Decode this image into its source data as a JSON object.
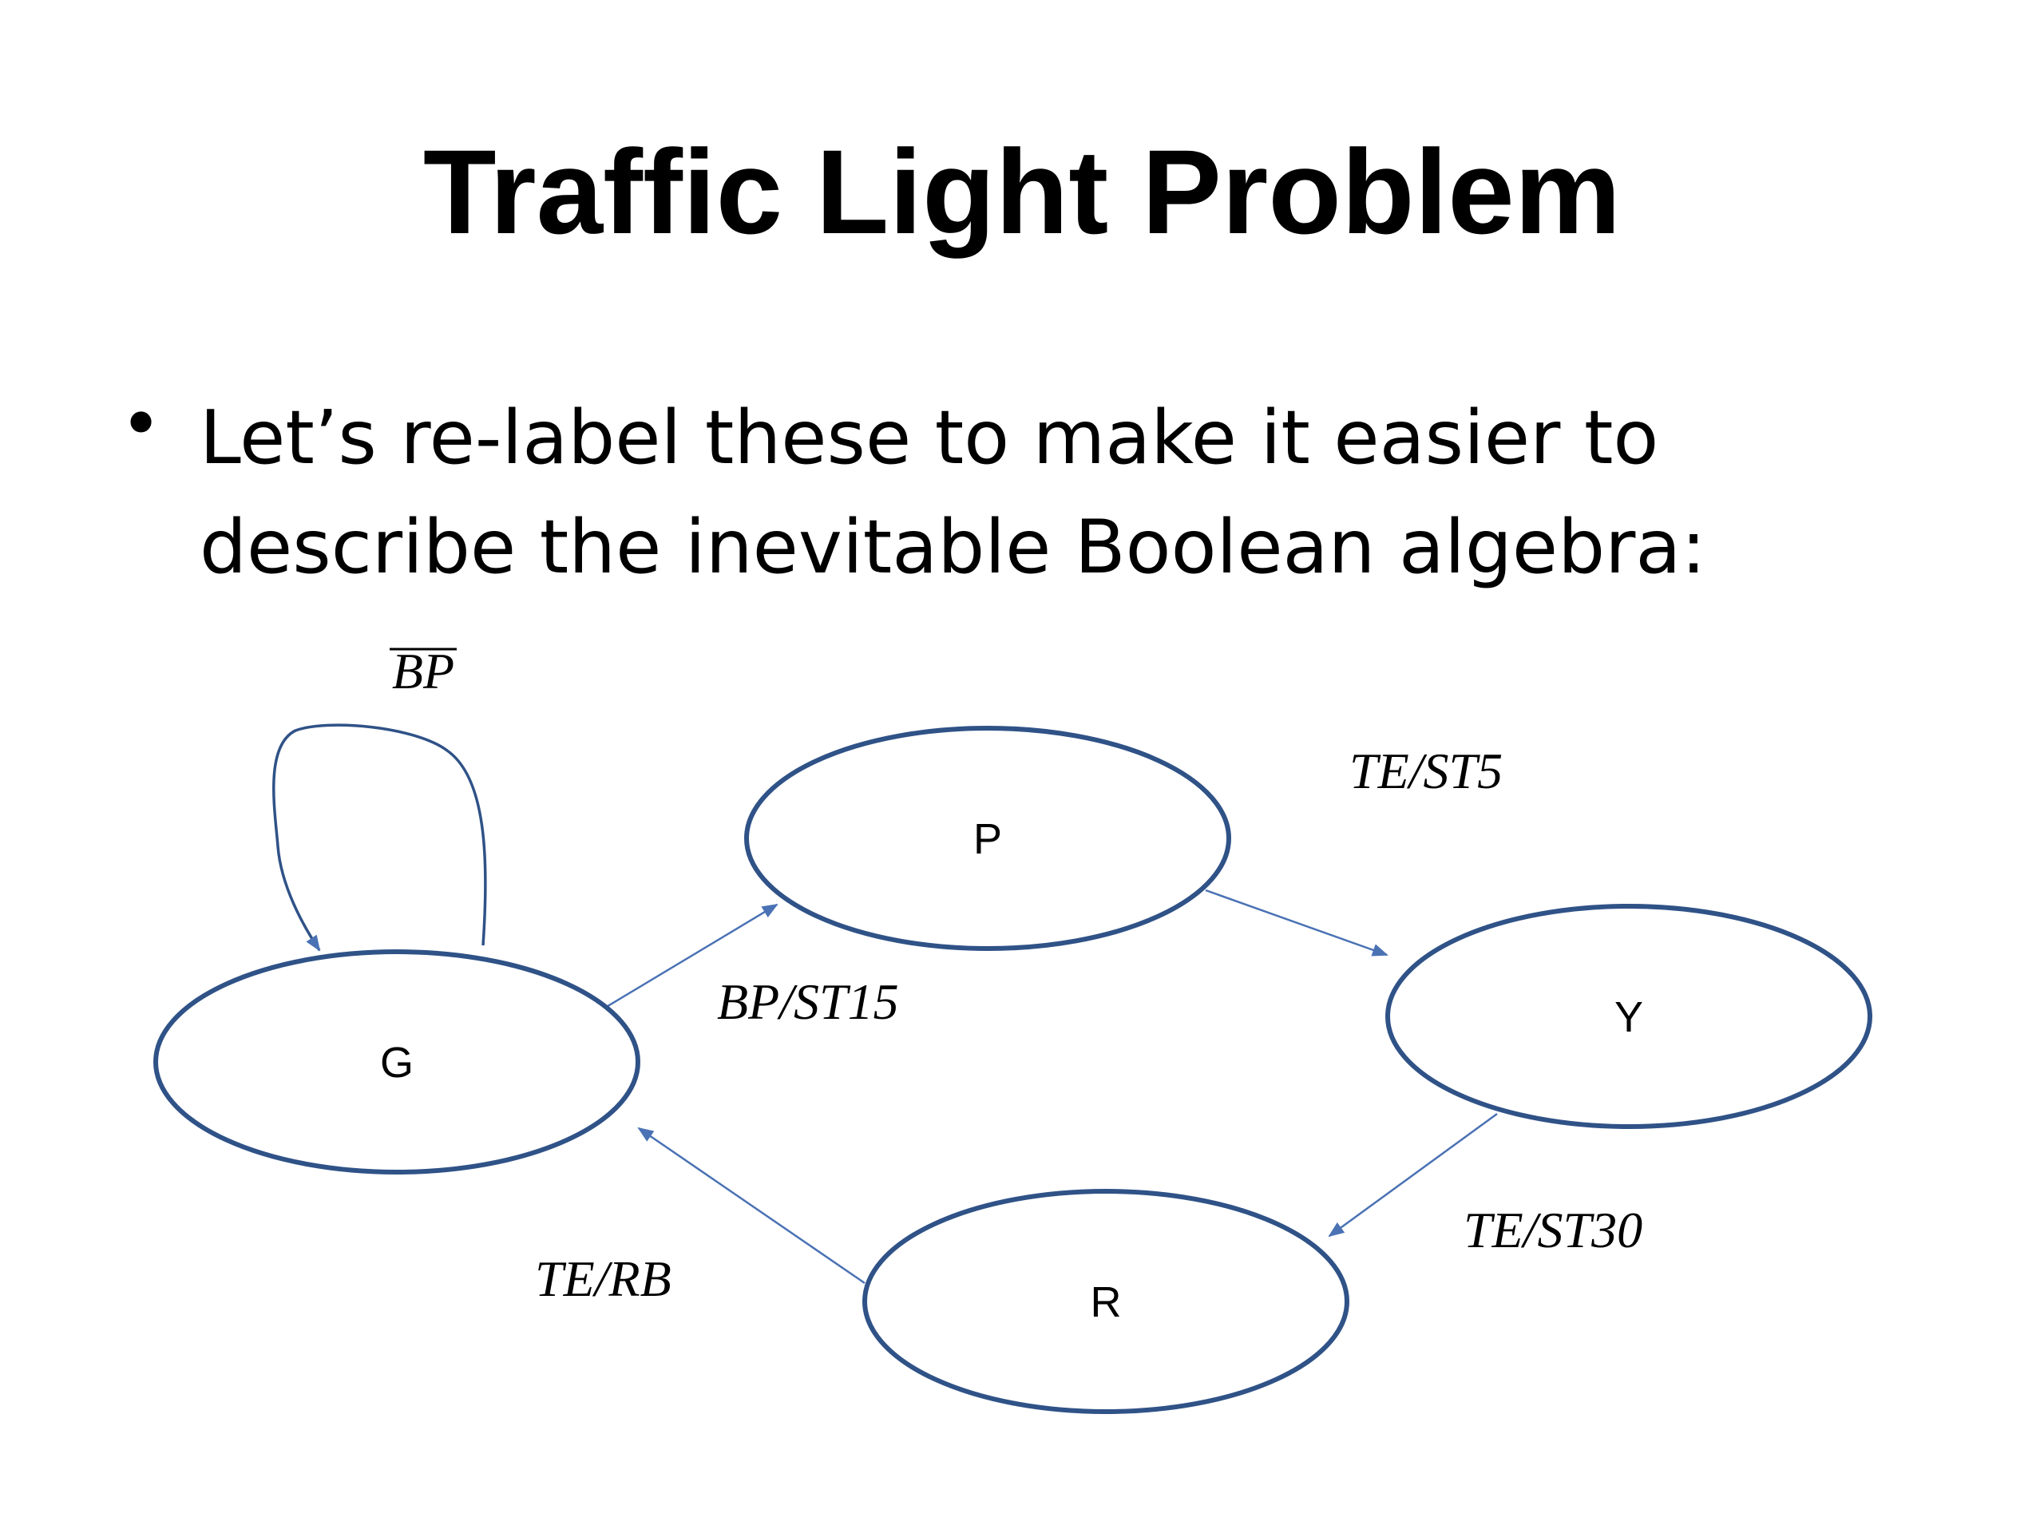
{
  "slide": {
    "title": "Traffic Light Problem",
    "bullet": {
      "line1": "Let’s re-label these to make it easier to",
      "line2": "describe the inevitable Boolean algebra:"
    }
  },
  "diagram": {
    "states": {
      "g": "G",
      "p": "P",
      "y": "Y",
      "r": "R"
    },
    "transitions": {
      "g_self": "BP",
      "g_to_p": "BP/ST15",
      "p_to_y": "TE/ST5",
      "y_to_r": "TE/ST30",
      "r_to_g": "TE/RB"
    },
    "colors": {
      "state_outline": "#2f5287",
      "edge": "#4a72b4"
    }
  }
}
